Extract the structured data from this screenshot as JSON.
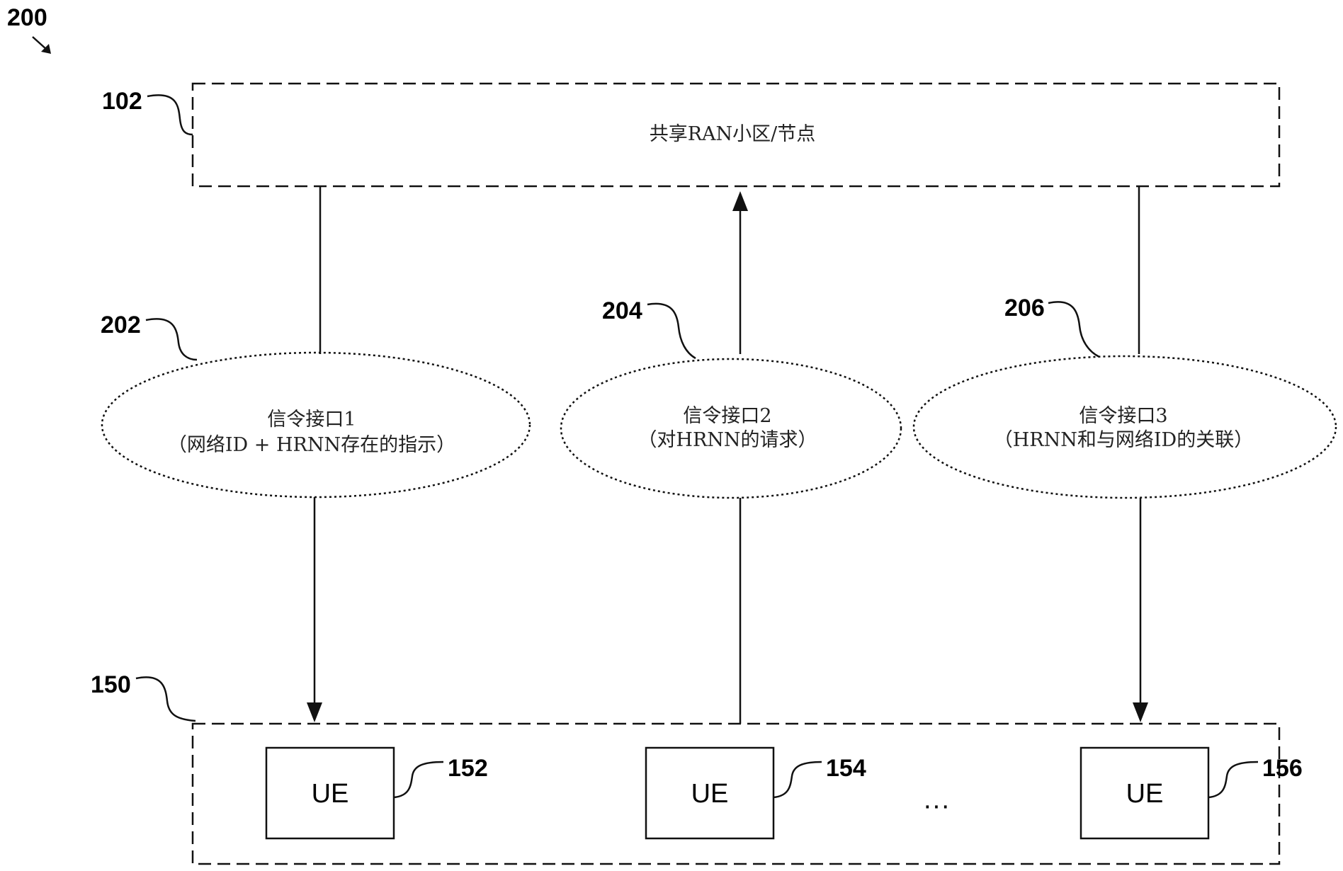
{
  "figure_ref": "200",
  "ran_node": {
    "ref": "102",
    "label": "共享RAN小区/节点"
  },
  "ue_group": {
    "ref": "150",
    "ues": [
      {
        "ref": "152",
        "label": "UE"
      },
      {
        "ref": "154",
        "label": "UE"
      },
      {
        "ref": "156",
        "label": "UE"
      }
    ],
    "ellipsis": "···"
  },
  "interfaces": [
    {
      "ref": "202",
      "line1": "信令接口1",
      "line2": "（网络ID + HRNN存在的指示）"
    },
    {
      "ref": "204",
      "line1": "信令接口2",
      "line2": "（对HRNN的请求）"
    },
    {
      "ref": "206",
      "line1": "信令接口3",
      "line2": "（HRNN和与网络ID的关联）"
    }
  ]
}
